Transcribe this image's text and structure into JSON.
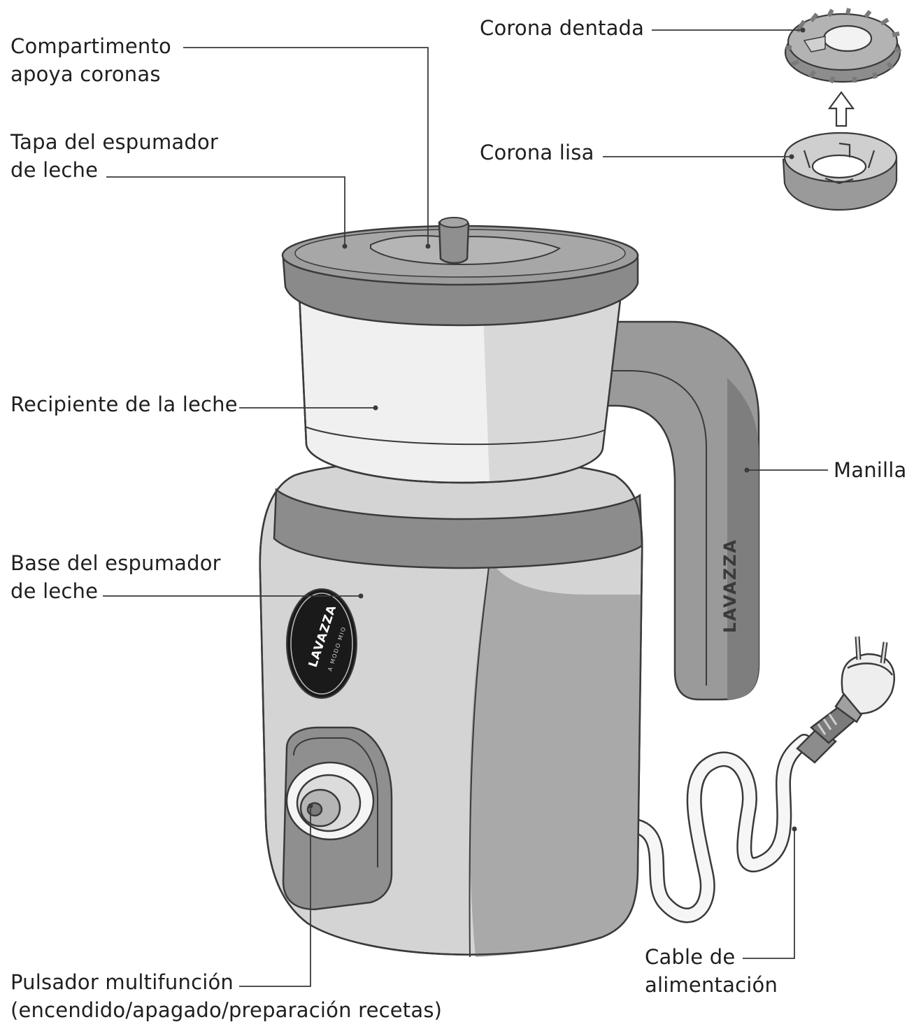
{
  "labels": {
    "compartimento": {
      "line1": "Compartimento",
      "line2": "apoya coronas"
    },
    "tapa": {
      "line1": "Tapa del espumador",
      "line2": "de leche"
    },
    "recipiente": {
      "line1": "Recipiente de la leche"
    },
    "base": {
      "line1": "Base del espumador",
      "line2": "de leche"
    },
    "pulsador": {
      "line1": "Pulsador multifunción",
      "line2": "(encendido/apagado/preparación recetas)"
    },
    "corona_dentada": {
      "line1": "Corona dentada"
    },
    "corona_lisa": {
      "line1": "Corona lisa"
    },
    "manilla": {
      "line1": "Manilla"
    },
    "cable": {
      "line1": "Cable de",
      "line2": "alimentación"
    }
  },
  "brand": {
    "logo_text": "LAVAZZA",
    "logo_subtext": "A MODO MIO"
  },
  "colors": {
    "line": "#3a3a3a",
    "body_light": "#d4d4d4",
    "body_mid": "#a9a9a9",
    "body_dark": "#8a8a8a",
    "lid": "#9a9a9a",
    "cup": "#f0f0f0",
    "logo": "#1a1a1a"
  }
}
